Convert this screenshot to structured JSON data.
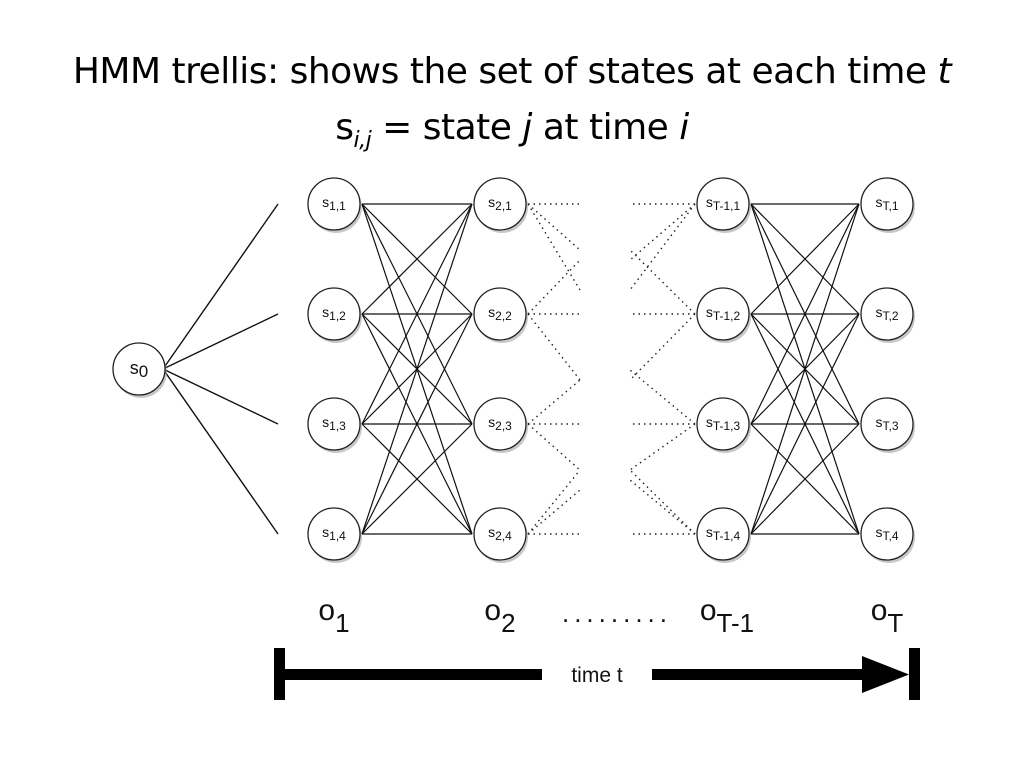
{
  "title": {
    "line1_text": "HMM trellis: shows the set of states at each time ",
    "line1_var": "t",
    "line2_s": "s",
    "line2_sub": "i,j",
    "line2_mid": " = state ",
    "line2_j": "j",
    "line2_at": " at time ",
    "line2_i": "i"
  },
  "diagram": {
    "start_state": {
      "base": "s",
      "sub": "0"
    },
    "columns": [
      {
        "label": "1",
        "obs_base": "o",
        "obs_sub": "1",
        "states": [
          {
            "base": "s",
            "sub": "1,1"
          },
          {
            "base": "s",
            "sub": "1,2"
          },
          {
            "base": "s",
            "sub": "1,3"
          },
          {
            "base": "s",
            "sub": "1,4"
          }
        ]
      },
      {
        "label": "2",
        "obs_base": "o",
        "obs_sub": "2",
        "states": [
          {
            "base": "s",
            "sub": "2,1"
          },
          {
            "base": "s",
            "sub": "2,2"
          },
          {
            "base": "s",
            "sub": "2,3"
          },
          {
            "base": "s",
            "sub": "2,4"
          }
        ]
      },
      {
        "label": "T-1",
        "obs_base": "o",
        "obs_sub": "T-1",
        "states": [
          {
            "base": "s",
            "sub": "T-1,1"
          },
          {
            "base": "s",
            "sub": "T-1,2"
          },
          {
            "base": "s",
            "sub": "T-1,3"
          },
          {
            "base": "s",
            "sub": "T-1,4"
          }
        ]
      },
      {
        "label": "T",
        "obs_base": "o",
        "obs_sub": "T",
        "states": [
          {
            "base": "s",
            "sub": "T,1"
          },
          {
            "base": "s",
            "sub": "T,2"
          },
          {
            "base": "s",
            "sub": "T,3"
          },
          {
            "base": "s",
            "sub": "T,4"
          }
        ]
      }
    ],
    "ellipsis": ".........",
    "time_axis_label": "time t"
  }
}
